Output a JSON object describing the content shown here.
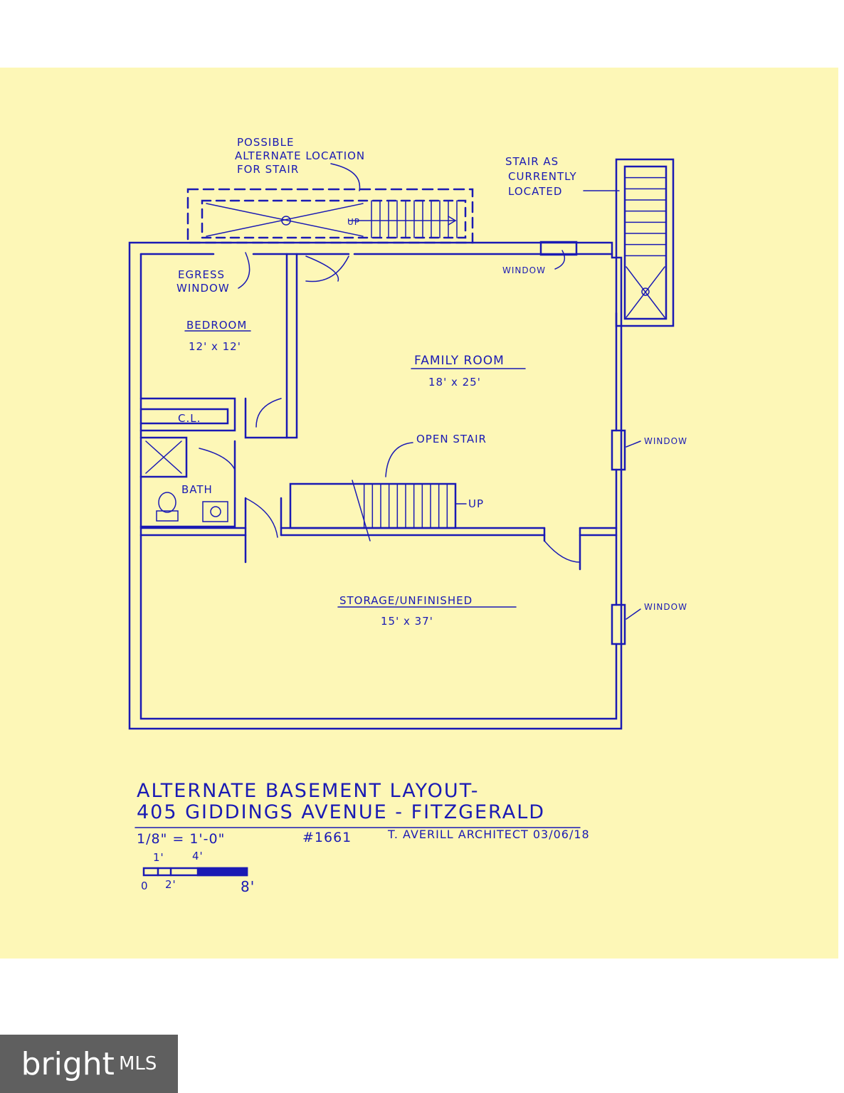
{
  "labels": {
    "possible": "POSSIBLE",
    "alt_location": "ALTERNATE LOCATION",
    "for_stair": "FOR STAIR",
    "stair_as": "STAIR AS",
    "currently": "CURRENTLY",
    "located": "LOCATED",
    "up_top": "UP",
    "egress1": "EGRESS",
    "egress2": "WINDOW",
    "window_top": "WINDOW",
    "bedroom": "BEDROOM",
    "bedroom_dim": "12' x 12'",
    "family_room": "FAMILY ROOM",
    "family_dim": "18' x 25'",
    "closet": "C.L.",
    "open_stair": "OPEN STAIR",
    "up_mid": "UP",
    "window_right1": "WINDOW",
    "bath": "BATH",
    "storage": "STORAGE/UNFINISHED",
    "storage_dim": "15' x 37'",
    "window_right2": "WINDOW"
  },
  "title": {
    "line1": "ALTERNATE BASEMENT LAYOUT-",
    "line2": "405 GIDDINGS AVENUE - FITZGERALD",
    "scale": "1/8\" = 1'-0\"",
    "project": "#1661",
    "architect": "T. AVERILL ARCHITECT 03/06/18"
  },
  "scale_bar": {
    "t1": "1'",
    "t4": "4'",
    "t0": "0",
    "t2": "2'",
    "t8": "8'"
  },
  "logo": {
    "brand": "bright",
    "mls": "MLS"
  },
  "colors": {
    "ink": "#1a1ab4",
    "paper": "#fdf7b7"
  }
}
